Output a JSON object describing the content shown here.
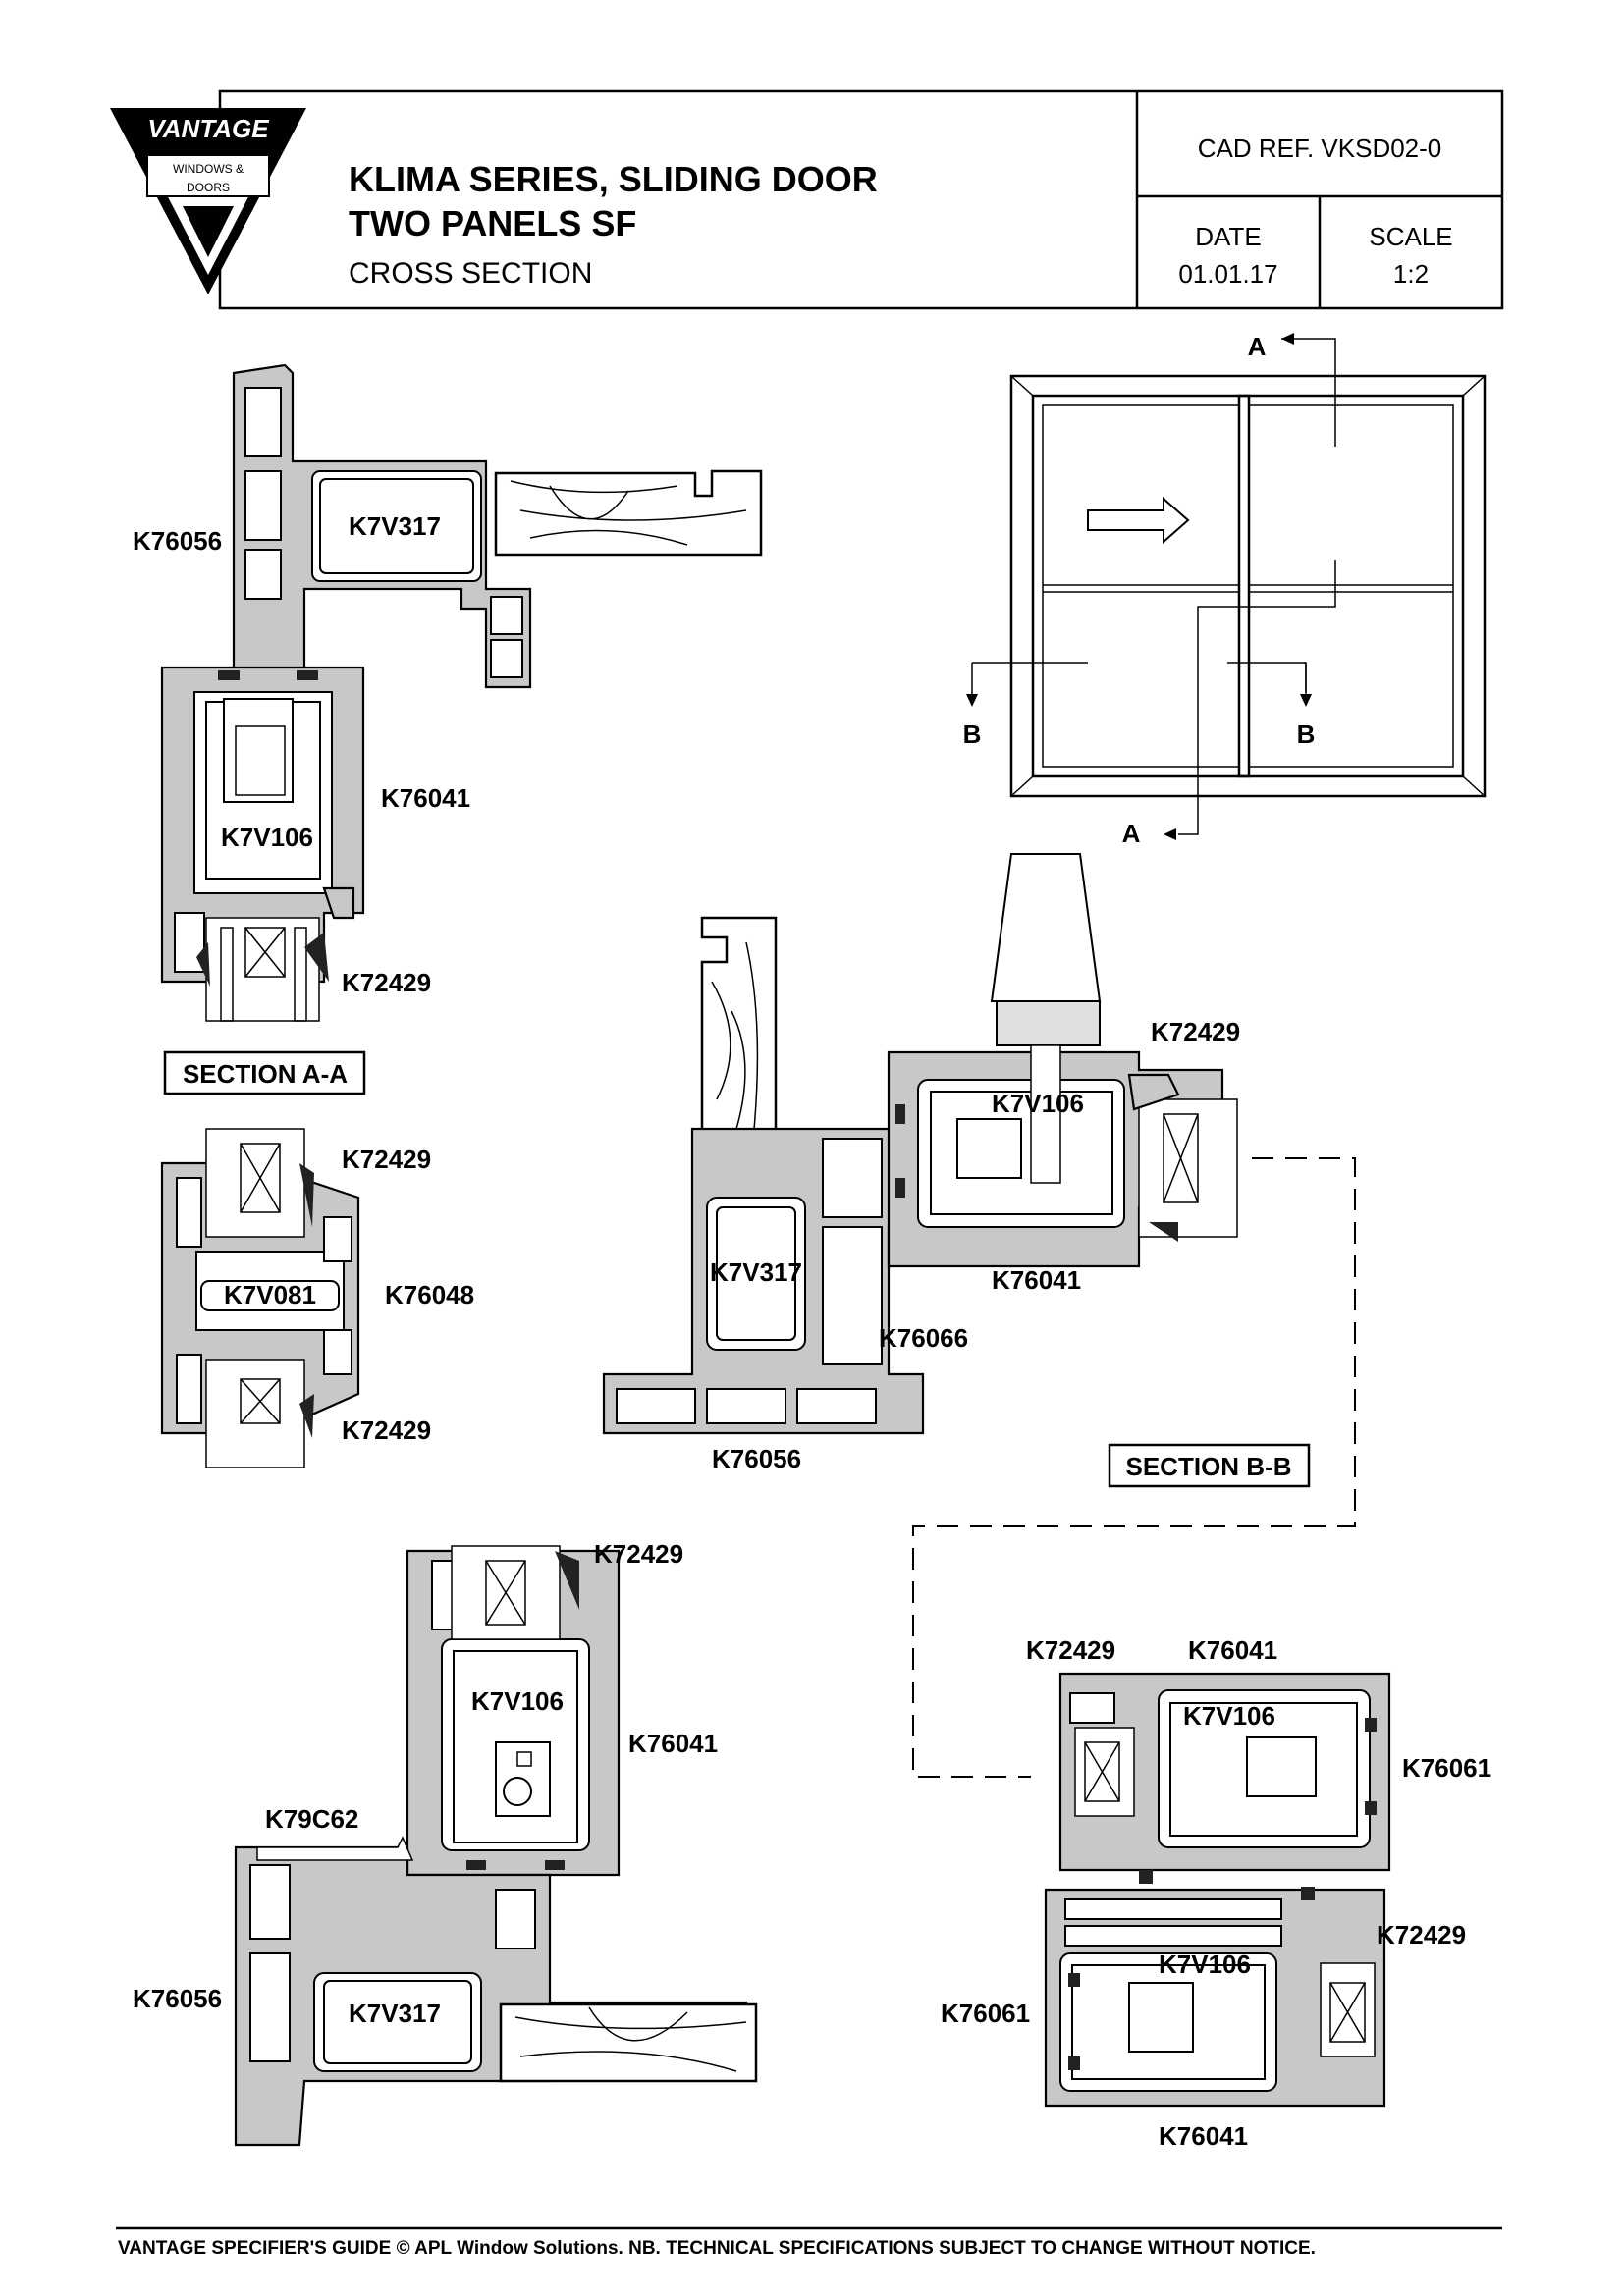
{
  "header": {
    "logo": {
      "brand": "VANTAGE",
      "line1": "WINDOWS &",
      "line2": "DOORS"
    },
    "title_line1": "KLIMA SERIES, SLIDING DOOR",
    "title_line2": "TWO PANELS SF",
    "subtitle": "CROSS SECTION",
    "cad_ref": "CAD REF.  VKSD02-0",
    "date_label": "DATE",
    "date_value": "01.01.17",
    "scale_label": "SCALE",
    "scale_value": "1:2"
  },
  "elevation": {
    "markers": {
      "a_top": "A",
      "a_bottom": "A",
      "b_left": "B",
      "b_right": "B"
    }
  },
  "section_aa_top": {
    "labels": {
      "frame": "K76056",
      "reinforce_frame": "K7V317",
      "sash": "K76041",
      "reinforce_sash": "K7V106",
      "bead": "K72429"
    }
  },
  "section_aa_title": "SECTION A-A",
  "section_aa_mid": {
    "labels": {
      "bead_top": "K72429",
      "reinforce": "K7V081",
      "transom": "K76048",
      "bead_bottom": "K72429"
    }
  },
  "section_bb": {
    "labels": {
      "bead": "K72429",
      "reinforce_sash": "K7V106",
      "sash": "K76041",
      "reinforce_frame": "K7V317",
      "adaptor": "K76066",
      "frame": "K76056"
    },
    "title": "SECTION B-B"
  },
  "section_bottom": {
    "labels": {
      "bead": "K72429",
      "reinforce_sash": "K7V106",
      "sash": "K76041",
      "sill_cover": "K79C62",
      "frame": "K76056",
      "reinforce_frame": "K7V317"
    }
  },
  "section_interlock": {
    "labels": {
      "bead_top": "K72429",
      "sash_top": "K76041",
      "reinforce_top": "K7V106",
      "interlock_top": "K76061",
      "bead_bottom": "K72429",
      "reinforce_bottom": "K7V106",
      "interlock_bottom": "K76061",
      "sash_bottom": "K76041"
    }
  },
  "footer": "VANTAGE SPECIFIER'S GUIDE  © APL Window Solutions. NB. TECHNICAL SPECIFICATIONS SUBJECT TO CHANGE WITHOUT NOTICE."
}
